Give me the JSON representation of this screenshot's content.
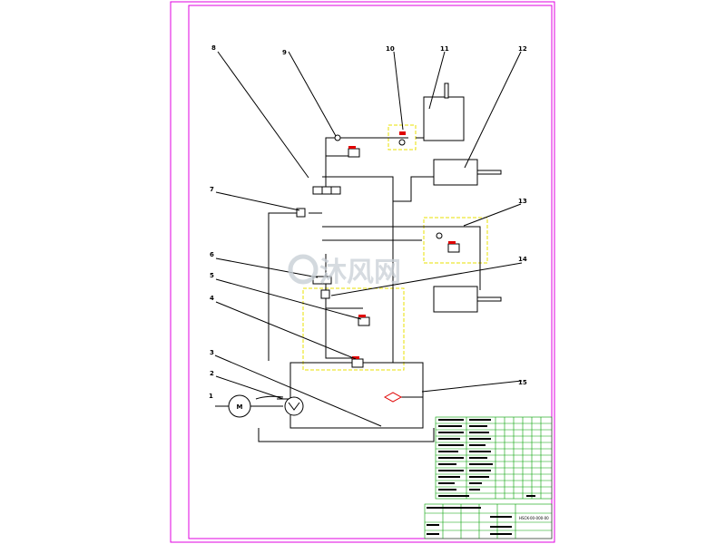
{
  "callouts": [
    "1",
    "2",
    "3",
    "4",
    "5",
    "6",
    "7",
    "8",
    "9",
    "10",
    "11",
    "12",
    "13",
    "14",
    "15"
  ],
  "watermark": "沐风网",
  "motor_symbol": "M",
  "title_block": {
    "drawing_number": "HSCK-00-000-00"
  },
  "colors": {
    "frame": "#e000e0",
    "lines": "#000000",
    "dashed_boxes": "#e8e000",
    "relief_flag": "#e00000",
    "table_grid": "#00a000",
    "watermark": "#c8cfd6"
  }
}
